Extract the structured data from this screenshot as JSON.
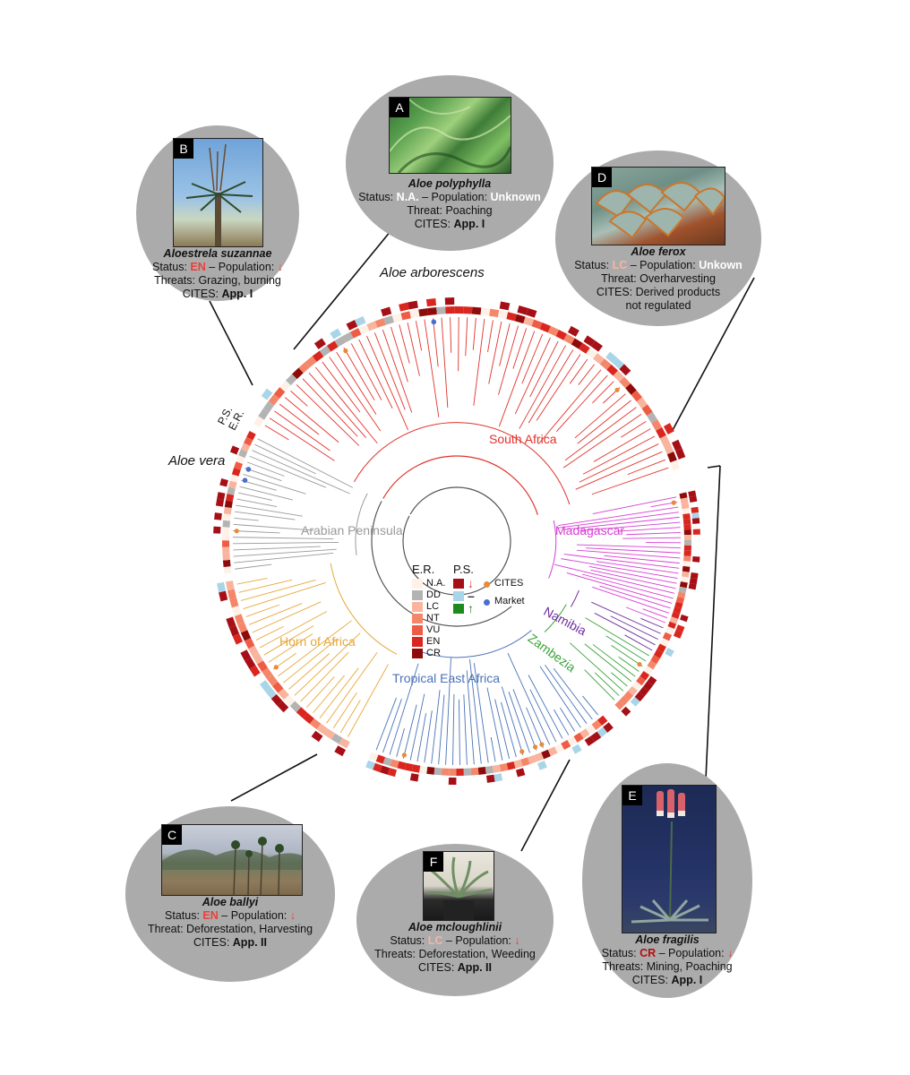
{
  "regions": {
    "south_africa": {
      "label": "South Africa",
      "color": "#e0332b"
    },
    "madagascar": {
      "label": "Madagascar",
      "color": "#d63fd3"
    },
    "namibia": {
      "label": "Namibia",
      "color": "#6a2d9b"
    },
    "zambezia": {
      "label": "Zambezia",
      "color": "#3aa23a"
    },
    "tropical_east_africa": {
      "label": "Tropical East Africa",
      "color": "#4a72b8"
    },
    "horn_of_africa": {
      "label": "Horn of Africa",
      "color": "#e6a83a"
    },
    "arabian_peninsula": {
      "label": "Arabian Peninsula",
      "color": "#9a9a9a"
    }
  },
  "species_labels": {
    "aloe_arborescens": "Aloe arborescens",
    "aloe_vera": "Aloe vera"
  },
  "ring_labels": {
    "ps": "P.S.",
    "er": "E.R."
  },
  "legend": {
    "er_title": "E.R.",
    "er_items": [
      {
        "label": "N.A.",
        "color": "#fdf1e8"
      },
      {
        "label": "DD",
        "color": "#b3b3b3"
      },
      {
        "label": "LC",
        "color": "#f8b49d"
      },
      {
        "label": "NT",
        "color": "#f4876a"
      },
      {
        "label": "VU",
        "color": "#ee5c45"
      },
      {
        "label": "EN",
        "color": "#d9261f"
      },
      {
        "label": "CR",
        "color": "#8e0b0b"
      }
    ],
    "ps_title": "P.S.",
    "ps_items": [
      {
        "arrow": "↓",
        "color": "#a50f15",
        "arrow_color": "#e8413a"
      },
      {
        "arrow": "–",
        "color": "#a9d5e8",
        "arrow_color": "#333333"
      },
      {
        "arrow": "↑",
        "color": "#1d8a1d",
        "arrow_color": "#1d8a1d"
      }
    ],
    "markers": [
      {
        "label": "CITES",
        "color": "#e98a3a"
      },
      {
        "label": "Market",
        "color": "#4a6fd0"
      }
    ]
  },
  "callouts": {
    "A": {
      "badge": "A",
      "species": "Aloe polyphylla",
      "status_prefix": "Status: ",
      "status_value": "N.A.",
      "population_prefix": " – Population: ",
      "population_value": "Unknown",
      "threat": "Threat: Poaching",
      "cites_prefix": "CITES: ",
      "cites_value": "App. I"
    },
    "B": {
      "badge": "B",
      "species": "Aloestrela suzannae",
      "status_prefix": "Status: ",
      "status_value": "EN",
      "population_prefix": " – Population: ",
      "population_value": "↓",
      "threat": "Threats: Grazing, burning",
      "cites_prefix": "CITES: ",
      "cites_value": "App. I"
    },
    "C": {
      "badge": "C",
      "species": "Aloe ballyi",
      "status_prefix": "Status: ",
      "status_value": "EN",
      "population_prefix": " – Population: ",
      "population_value": "↓",
      "threat": "Threat: Deforestation, Harvesting",
      "cites_prefix": "CITES: ",
      "cites_value": "App. II"
    },
    "D": {
      "badge": "D",
      "species": "Aloe ferox",
      "status_prefix": "Status: ",
      "status_value": "LC",
      "population_prefix": " – Population: ",
      "population_value": "Unkown",
      "threat": "Threat: Overharvesting",
      "cites_line1": "CITES: Derived products",
      "cites_line2": "not regulated"
    },
    "E": {
      "badge": "E",
      "species": "Aloe fragilis",
      "status_prefix": "Status: ",
      "status_value": "CR",
      "population_prefix": " – Population: ",
      "population_value": "↓",
      "threat": "Threats: Mining, Poaching",
      "cites_prefix": "CITES: ",
      "cites_value": "App. I"
    },
    "F": {
      "badge": "F",
      "species": "Aloe mcloughlinii",
      "status_prefix": "Status: ",
      "status_value": "LC",
      "population_prefix": " – Population: ",
      "population_value": "↓",
      "threat": "Threats: Deforestation, Weeding",
      "cites_prefix": "CITES: ",
      "cites_value": "App. II"
    }
  }
}
